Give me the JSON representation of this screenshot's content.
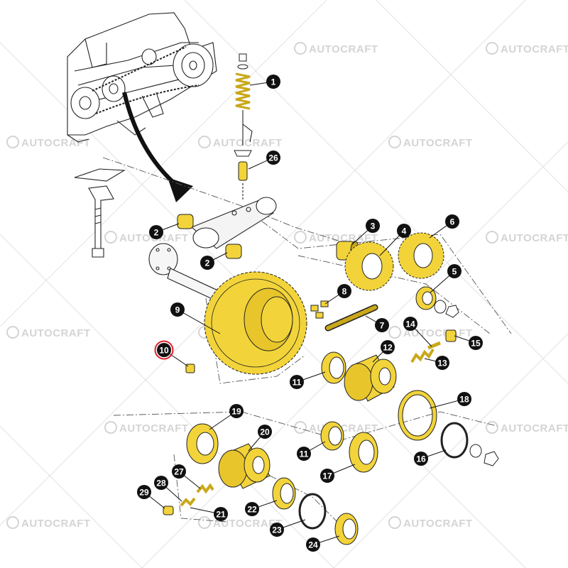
{
  "watermark": {
    "text": "AUTOCRAFT"
  },
  "colors": {
    "part_fill": "#f2d43a",
    "part_shade": "#c9a81a",
    "label_bg": "#111111",
    "label_text": "#ffffff",
    "highlight_ring": "#e0202a",
    "grey_part": "#e6e6e6"
  },
  "callouts": [
    {
      "id": "c1",
      "text": "1"
    },
    {
      "id": "c26",
      "text": "26"
    },
    {
      "id": "c2a",
      "text": "2"
    },
    {
      "id": "c2b",
      "text": "2"
    },
    {
      "id": "c3",
      "text": "3"
    },
    {
      "id": "c4",
      "text": "4"
    },
    {
      "id": "c6",
      "text": "6"
    },
    {
      "id": "c5",
      "text": "5"
    },
    {
      "id": "c8",
      "text": "8"
    },
    {
      "id": "c9",
      "text": "9"
    },
    {
      "id": "c7",
      "text": "7"
    },
    {
      "id": "c14",
      "text": "14"
    },
    {
      "id": "c15",
      "text": "15"
    },
    {
      "id": "c10",
      "text": "10",
      "highlighted": true
    },
    {
      "id": "c12",
      "text": "12"
    },
    {
      "id": "c13",
      "text": "13"
    },
    {
      "id": "c11a",
      "text": "11"
    },
    {
      "id": "c18",
      "text": "18"
    },
    {
      "id": "c19",
      "text": "19"
    },
    {
      "id": "c20",
      "text": "20"
    },
    {
      "id": "c11b",
      "text": "11"
    },
    {
      "id": "c16",
      "text": "16"
    },
    {
      "id": "c17",
      "text": "17"
    },
    {
      "id": "c27",
      "text": "27"
    },
    {
      "id": "c28",
      "text": "28"
    },
    {
      "id": "c29",
      "text": "29"
    },
    {
      "id": "c22",
      "text": "22"
    },
    {
      "id": "c21",
      "text": "21"
    },
    {
      "id": "c23",
      "text": "23"
    },
    {
      "id": "c24",
      "text": "24"
    }
  ]
}
